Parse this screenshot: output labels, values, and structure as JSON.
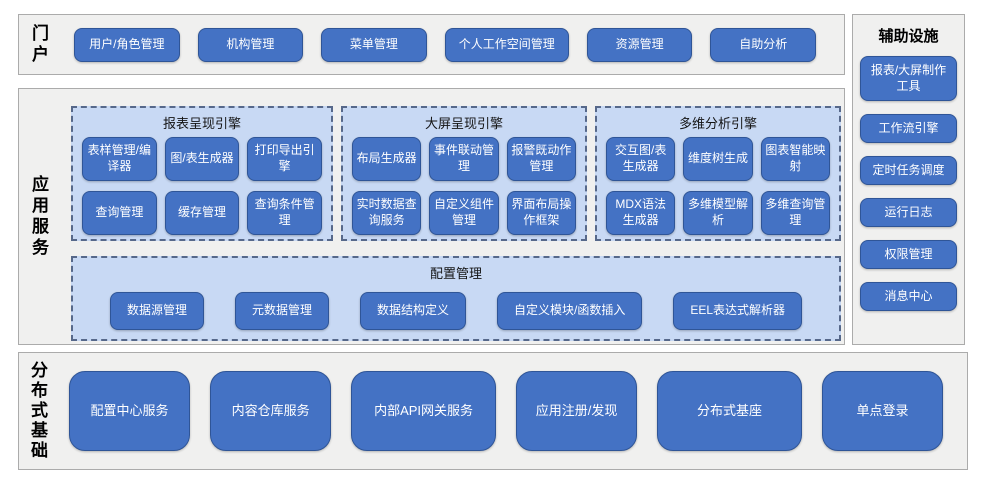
{
  "colors": {
    "node_fill": "#4472C4",
    "node_border": "#2F5597",
    "node_text": "#FFFFFF",
    "panel_fill": "#C8D9F4",
    "panel_dashed_border": "#56688A",
    "section_fill": "#F0F0EF",
    "section_border": "#ABABAB",
    "label_text": "#000000"
  },
  "portal": {
    "label": "门户",
    "buttons": [
      "用户/角色管理",
      "机构管理",
      "菜单管理",
      "个人工作空间管理",
      "资源管理",
      "自助分析"
    ]
  },
  "app_services": {
    "label": "应用服务",
    "engines": [
      {
        "title": "报表呈现引擎",
        "buttons": [
          "表样管理/编译器",
          "图/表生成器",
          "打印导出引擎",
          "查询管理",
          "缓存管理",
          "查询条件管理"
        ]
      },
      {
        "title": "大屏呈现引擎",
        "buttons": [
          "布局生成器",
          "事件联动管理",
          "报警既动作管理",
          "实时数据查询服务",
          "自定义组件管理",
          "界面布局操作框架"
        ]
      },
      {
        "title": "多维分析引擎",
        "buttons": [
          "交互图/表生成器",
          "维度树生成",
          "图表智能映射",
          "MDX语法生成器",
          "多维模型解析",
          "多维查询管理"
        ]
      }
    ],
    "config": {
      "title": "配置管理",
      "buttons": [
        "数据源管理",
        "元数据管理",
        "数据结构定义",
        "自定义模块/函数插入",
        "EEL表达式解析器"
      ]
    }
  },
  "distributed": {
    "label": "分布式基础",
    "buttons": [
      "配置中心服务",
      "内容仓库服务",
      "内部API网关服务",
      "应用注册/发现",
      "分布式基座",
      "单点登录"
    ]
  },
  "auxiliary": {
    "title": "辅助设施",
    "buttons": [
      "报表/大屏制作工具",
      "工作流引擎",
      "定时任务调度",
      "运行日志",
      "权限管理",
      "消息中心"
    ]
  }
}
